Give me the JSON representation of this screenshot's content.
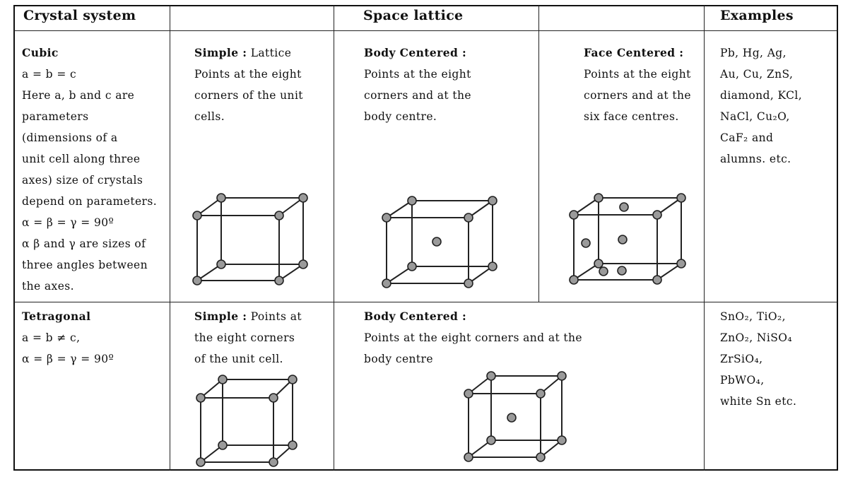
{
  "headers": {
    "crystal_system": "Crystal system",
    "space_lattice": "Space lattice",
    "examples": "Examples"
  },
  "cubic": {
    "name": "Cubic",
    "desc_lines": [
      "a = b = c",
      "Here a, b and c are",
      "parameters",
      "(dimensions of a",
      "unit cell along three",
      "axes) size of crystals",
      "depend on parameters.",
      "α = β = γ = 90º",
      "α β and γ are sizes of",
      "three angles between",
      "the axes."
    ],
    "simple": {
      "title": "Simple :",
      "lines": [
        "Lattice",
        "Points at the eight",
        "corners of the unit",
        "cells."
      ]
    },
    "body_centered": {
      "title": "Body Centered :",
      "lines": [
        "Points at the eight",
        "corners and at the",
        "body centre."
      ]
    },
    "face_centered": {
      "title": "Face Centered :",
      "lines": [
        "Points at the eight",
        "corners and at the",
        "six face centres."
      ]
    },
    "examples": [
      "Pb, Hg, Ag,",
      "Au, Cu, ZnS,",
      "diamond, KCl,",
      "NaCl, Cu₂O,",
      "CaF₂ and",
      "alumns. etc."
    ]
  },
  "tetragonal": {
    "name": "Tetragonal",
    "desc_lines": [
      "a = b ≠ c,",
      "α = β = γ = 90º"
    ],
    "simple": {
      "title": "Simple :",
      "lines": [
        "Points at",
        "the eight corners",
        "of the unit cell."
      ]
    },
    "body_centered": {
      "title": "Body Centered :",
      "lines": [
        "Points at the eight corners and at the",
        "body centre"
      ]
    },
    "examples": [
      "SnO₂, TiO₂,",
      "ZnO₂, NiSO₄",
      "ZrSiO₄,",
      "PbWO₄,",
      "white Sn etc."
    ]
  }
}
